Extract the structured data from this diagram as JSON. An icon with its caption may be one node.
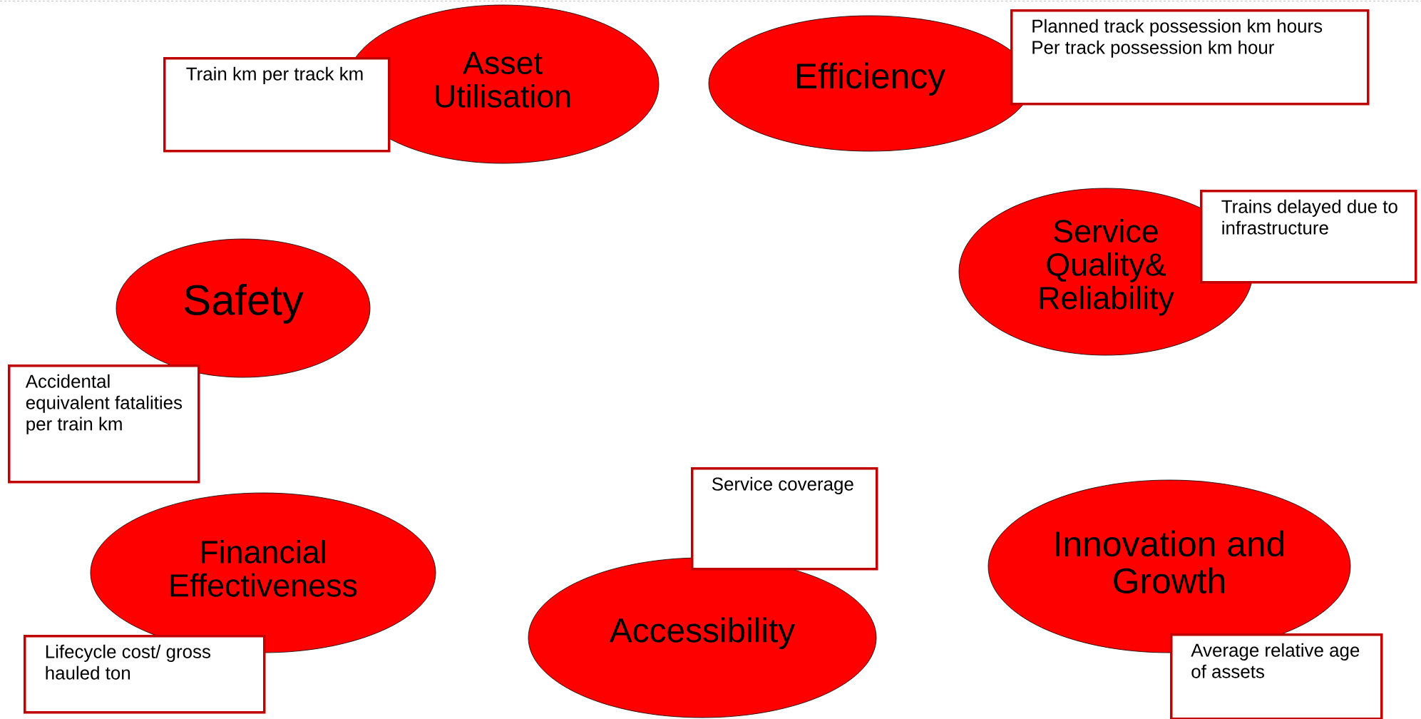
{
  "diagram": {
    "nodes": [
      {
        "text": [
          "Asset Utilisation"
        ]
      },
      {
        "text": [
          "Train km per track km"
        ]
      },
      {
        "text": [
          "Efficiency"
        ]
      },
      {
        "text": [
          "Planned track possession km hours",
          "Per track possession km hour"
        ]
      },
      {
        "text": [
          "Service Quality& Reliability"
        ]
      },
      {
        "text": [
          "Trains delayed due to infrastructure"
        ]
      },
      {
        "text": [
          "Safety"
        ]
      },
      {
        "text": [
          "Accidental equivalent fatalities per train km"
        ]
      },
      {
        "text": [
          "Financial Effectiveness"
        ]
      },
      {
        "text": [
          "Service coverage"
        ]
      },
      {
        "text": [
          "Accessibility"
        ]
      },
      {
        "text": [
          "Innovation and Growth"
        ]
      },
      {
        "text": [
          "Lifecycle cost/ gross hauled ton"
        ]
      },
      {
        "text": [
          "Average relative age of assets"
        ]
      }
    ]
  }
}
